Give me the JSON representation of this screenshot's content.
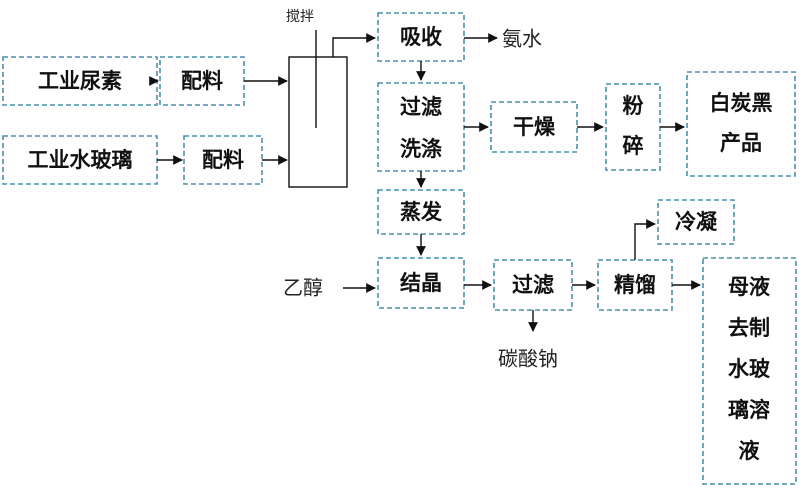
{
  "boxes": {
    "urea": "工业尿素",
    "mix1": "配料",
    "silicate": "工业水玻璃",
    "mix2": "配料",
    "absorb": "吸收",
    "filterwash": [
      "过滤",
      "洗涤"
    ],
    "dry": "干燥",
    "crush": [
      "粉",
      "碎"
    ],
    "product": [
      "白炭黑",
      "产品"
    ],
    "evaporate": "蒸发",
    "crystal": "结晶",
    "filter2": "过滤",
    "rectify": "精馏",
    "condense": "冷凝",
    "mother": [
      "母液",
      "去制",
      "水玻",
      "璃溶",
      "液"
    ]
  },
  "labels": {
    "stir": "搅拌",
    "ammonia": "氨水",
    "ethanol": "乙醇",
    "soda": "碳酸钠"
  }
}
